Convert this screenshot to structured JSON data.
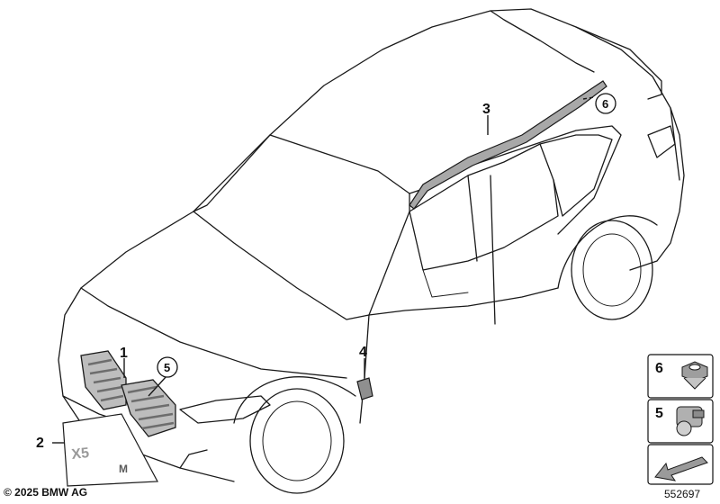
{
  "callouts": {
    "c1": "1",
    "c2": "2",
    "c3": "3",
    "c4": "4",
    "c5": "5",
    "c6": "6"
  },
  "emblem": {
    "model_text": "X5",
    "m_text": "M"
  },
  "side_panel": {
    "item_a": "6",
    "item_b": "5"
  },
  "footer": {
    "copyright": "© 2025 BMW AG",
    "diagram_number": "552697"
  },
  "colors": {
    "line": "#1a1a1a",
    "grille_fill": "#9a9a9a",
    "roof_rail_fill": "#a8a8a8",
    "m_blue": "#1c69d4",
    "m_red": "#e22718"
  }
}
